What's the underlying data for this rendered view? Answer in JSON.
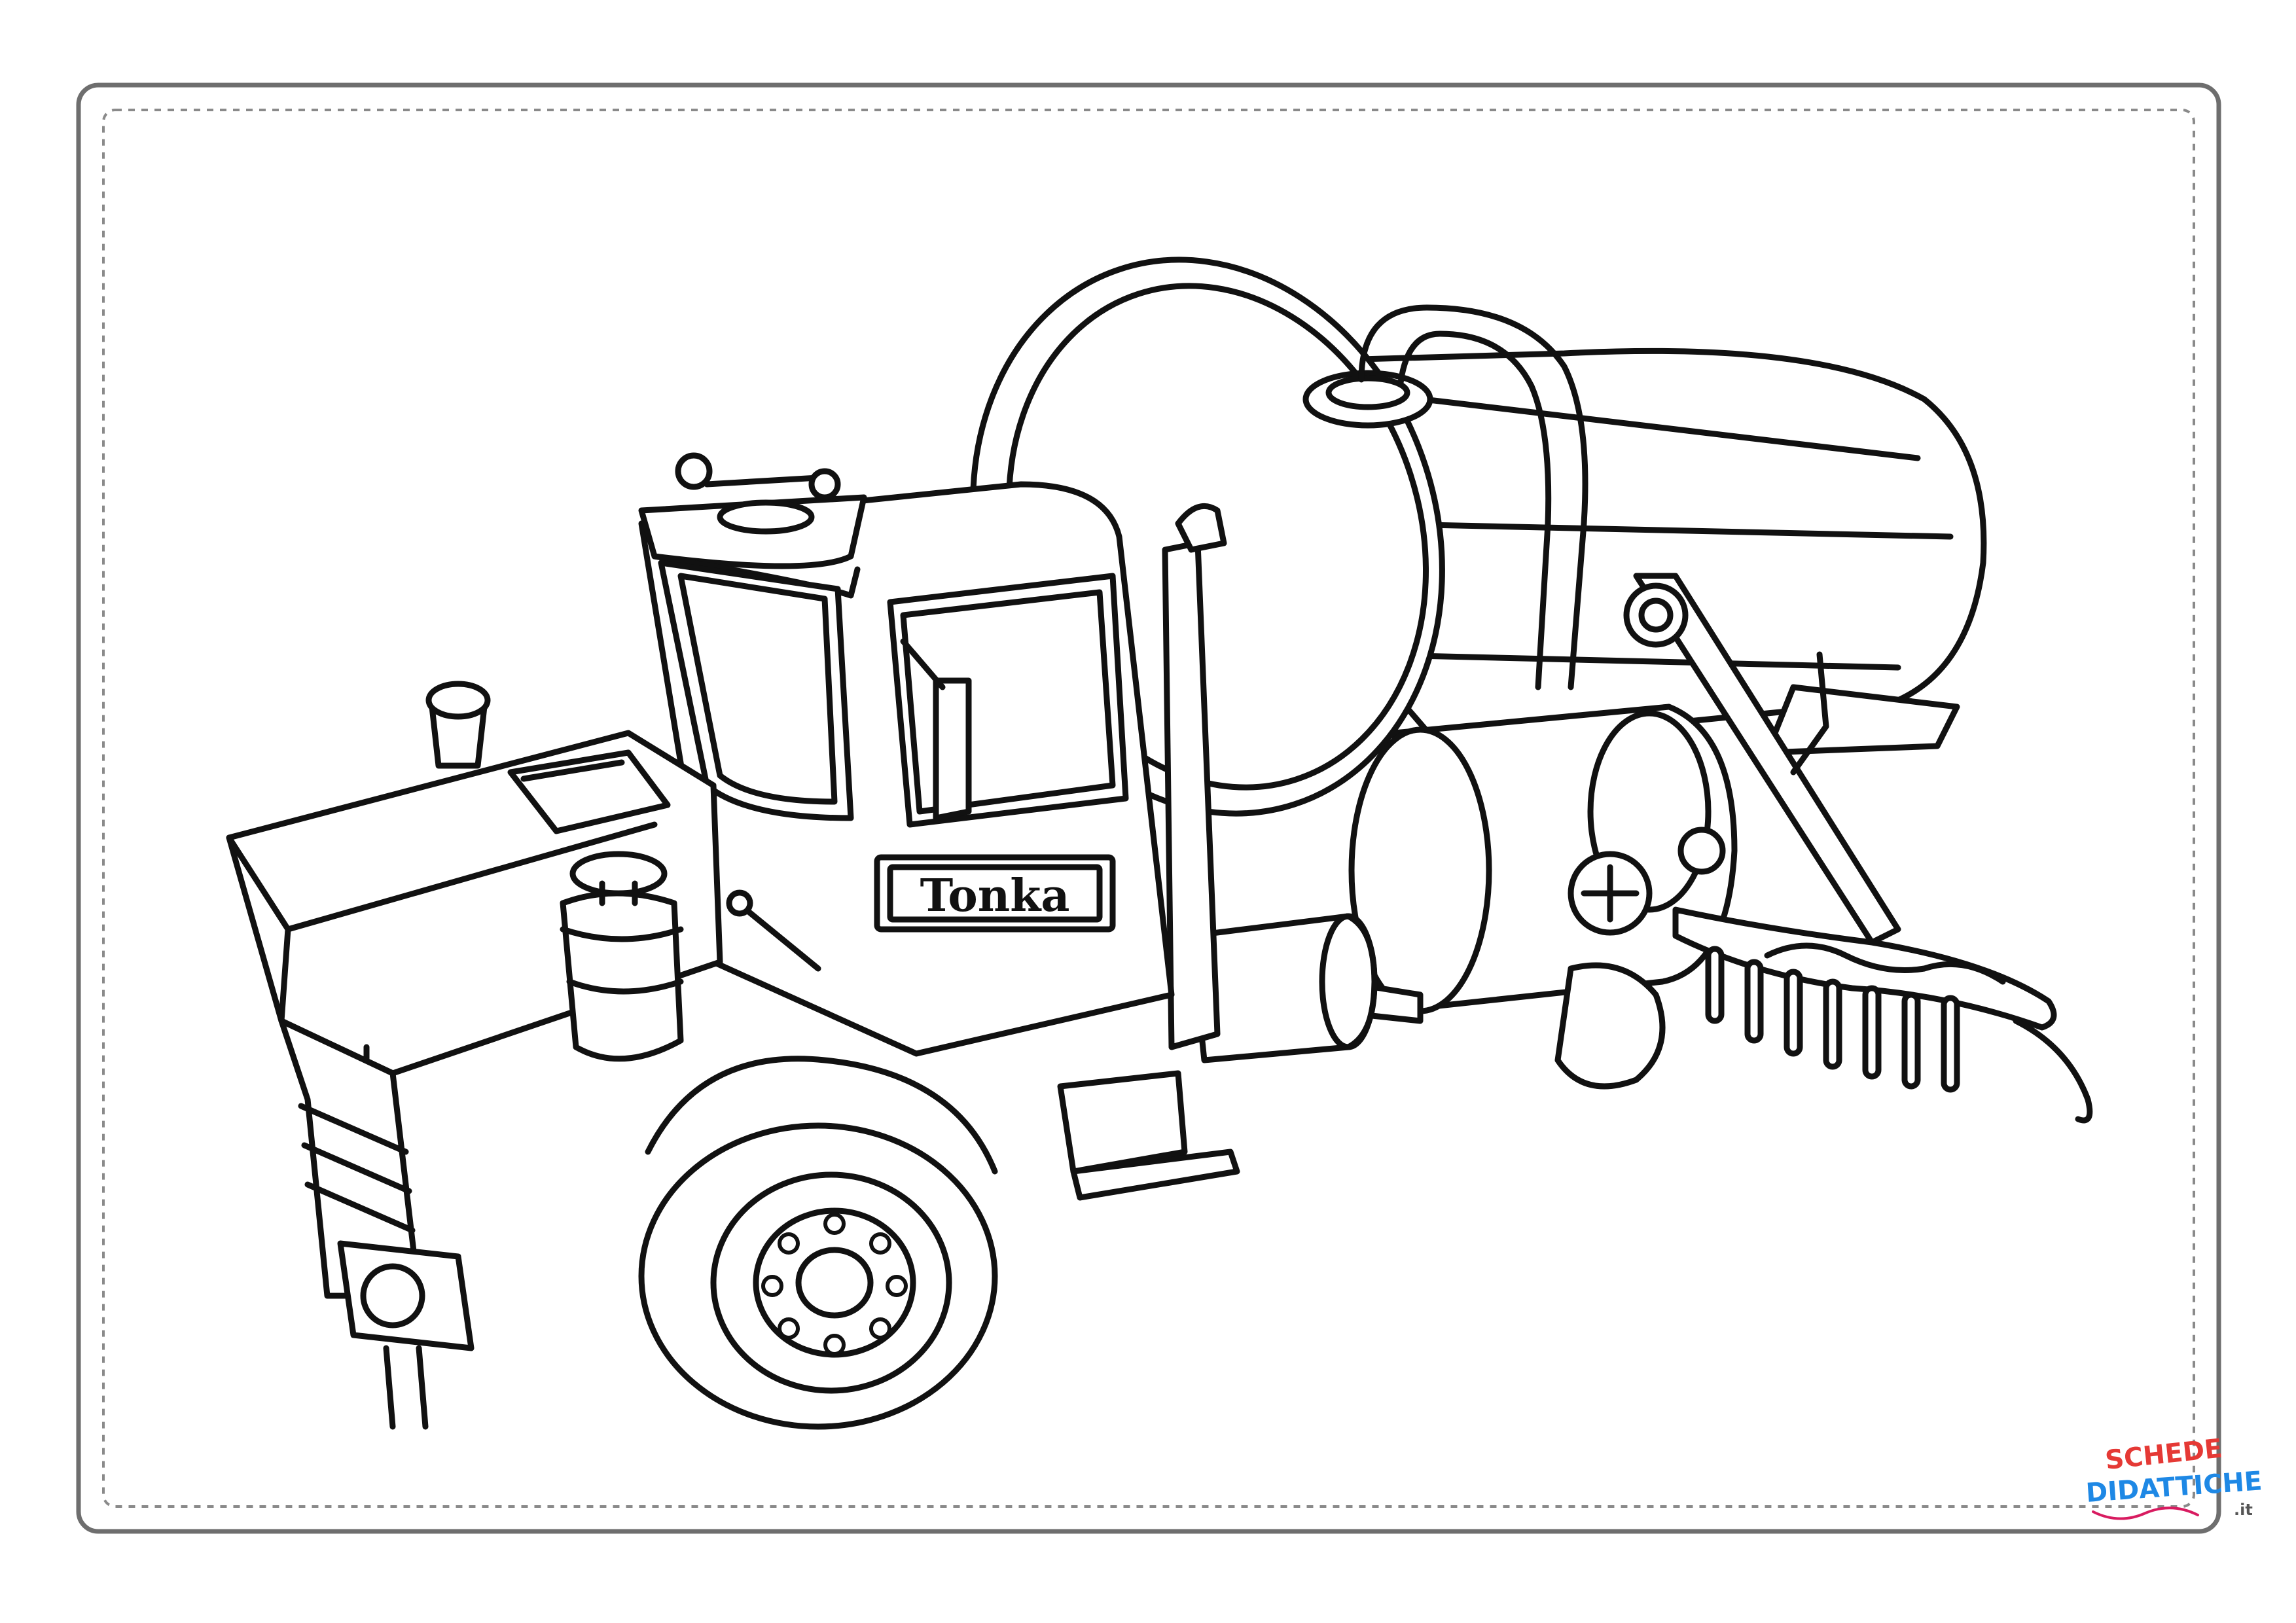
{
  "page": {
    "background": "#ffffff",
    "ink_color": "#111111",
    "border_color": "#6e6e6e",
    "border_dash_color": "#8a8a8a"
  },
  "truck": {
    "badge_text": "Tonka"
  },
  "watermark": {
    "line1": "SCHEDE",
    "line2": "DIDATTICHE",
    "suffix": ".it",
    "colors": [
      "#e53935",
      "#fb8c00",
      "#fdd835",
      "#43a047",
      "#1e88e5",
      "#8e24aa",
      "#d81b60"
    ]
  }
}
